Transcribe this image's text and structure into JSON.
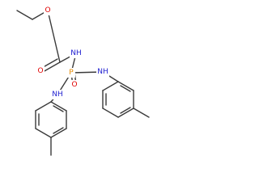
{
  "colors": {
    "bond": "#3a3a3a",
    "oxygen": "#e00000",
    "nitrogen": "#1f1fd0",
    "phosphorus": "#e58a00",
    "carbon": "#3a3a3a",
    "background": "#ffffff"
  },
  "atom_labels": {
    "ester_oxygen": "O",
    "carbonyl_oxygen": "O",
    "carbamate_nh": "NH",
    "phosphorus": "P",
    "phosphoryl_oxygen": "O",
    "left_anilino_nh": "NH",
    "right_anilino_nh": "NH"
  }
}
